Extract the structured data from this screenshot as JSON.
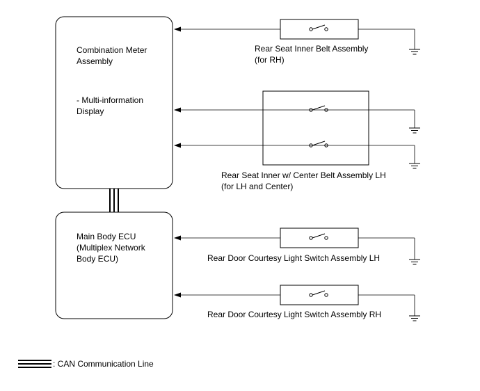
{
  "ecus": {
    "meter": {
      "name_line1": "Combination Meter",
      "name_line2": "Assembly",
      "sub_line1": "- Multi-information",
      "sub_line2": "Display"
    },
    "body": {
      "line1": "Main Body ECU",
      "line2": "(Multiplex Network",
      "line3": "Body ECU)"
    }
  },
  "switches": {
    "rh_belt": {
      "label_line1": "Rear Seat Inner Belt Assembly",
      "label_line2": "(for RH)"
    },
    "lh_center_belt": {
      "label_line1": "Rear Seat Inner w/ Center Belt Assembly LH",
      "label_line2": "(for LH and Center)"
    },
    "door_lh": {
      "label": "Rear Door Courtesy Light Switch Assembly LH"
    },
    "door_rh": {
      "label": "Rear Door Courtesy Light Switch Assembly RH"
    }
  },
  "legend": {
    "can_label": ": CAN Communication Line"
  }
}
